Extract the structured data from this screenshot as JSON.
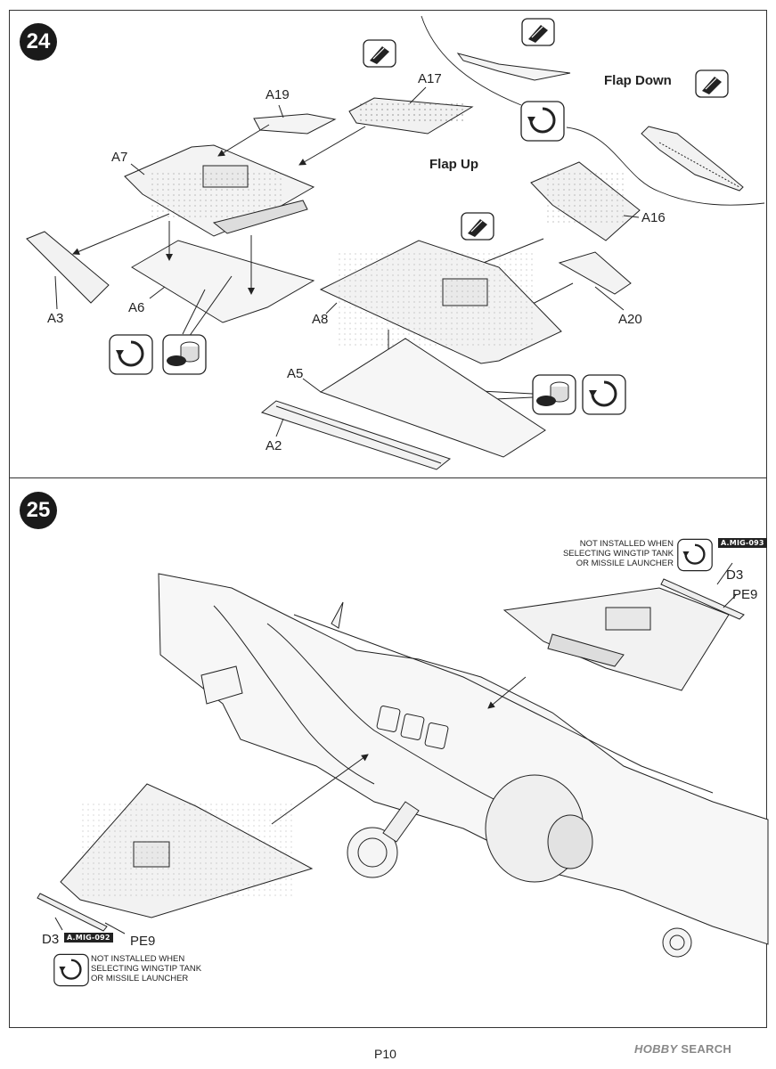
{
  "page": {
    "number": "P10",
    "watermark": {
      "brand": "HOBBY",
      "suffix": "SEARCH"
    }
  },
  "step24": {
    "number": "24",
    "flap_up_label": "Flap Up",
    "flap_down_label": "Flap Down",
    "parts": {
      "a19": "A19",
      "a17": "A17",
      "a7": "A7",
      "a16": "A16",
      "a3": "A3",
      "a6": "A6",
      "a8": "A8",
      "a20": "A20",
      "a5": "A5",
      "a2": "A2"
    }
  },
  "step25": {
    "number": "25",
    "notes": {
      "right": [
        "NOT INSTALLED WHEN",
        "SELECTING WINGTIP TANK",
        "OR MISSILE LAUNCHER"
      ],
      "left": [
        "NOT INSTALLED WHEN",
        "SELECTING WINGTIP TANK",
        "OR MISSILE LAUNCHER"
      ]
    },
    "codes": {
      "right": "A.MIG-093",
      "left": "A.MIG-092"
    },
    "parts": {
      "d3_right": "D3",
      "pe9_right": "PE9",
      "d3_left": "D3",
      "pe9_left": "PE9"
    }
  },
  "icons": [
    "cement-icon",
    "flip-over-icon",
    "drill-hole-icon"
  ]
}
